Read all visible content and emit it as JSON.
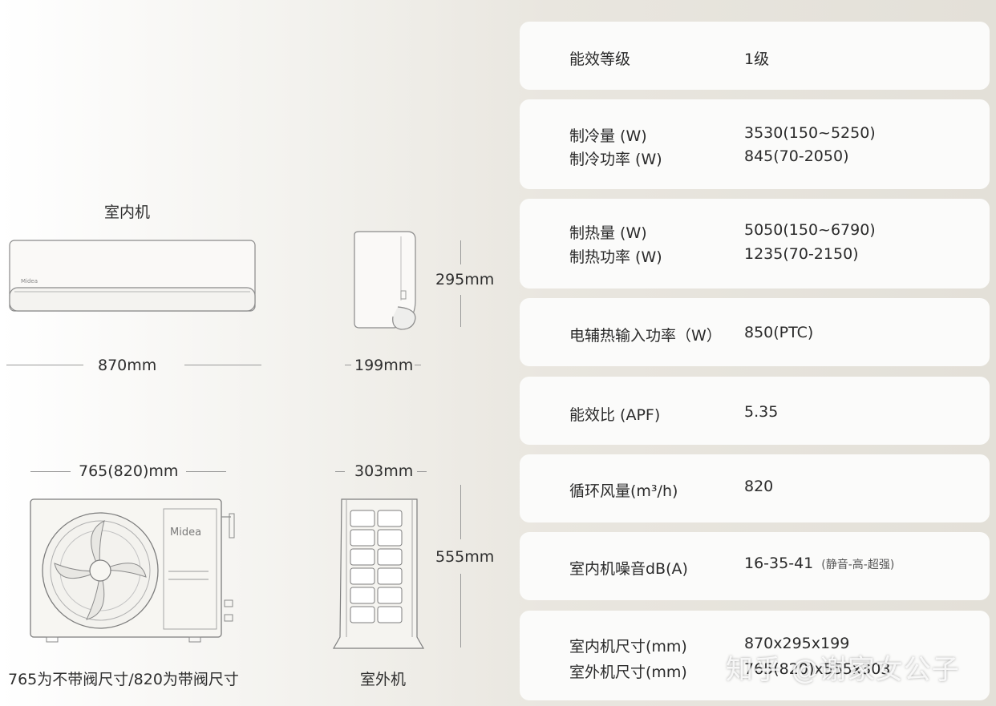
{
  "indoor": {
    "title": "室内机",
    "width": "870mm",
    "depth": "199mm",
    "height": "295mm",
    "brand": "Midea"
  },
  "outdoor": {
    "title": "室外机",
    "width": "765(820)mm",
    "depth": "303mm",
    "height": "555mm",
    "brand": "Midea",
    "note": "765为不带阀尺寸/820为带阀尺寸"
  },
  "specs": [
    {
      "rows": [
        {
          "k": "能效等级",
          "v": "1级"
        }
      ]
    },
    {
      "rows": [
        {
          "k": "制冷量 (W)",
          "v": "3530(150~5250)"
        },
        {
          "k": "制冷功率 (W)",
          "v": "845(70-2050)"
        }
      ]
    },
    {
      "rows": [
        {
          "k": "制热量 (W)",
          "v": "5050(150~6790)"
        },
        {
          "k": "制热功率 (W)",
          "v": "1235(70-2150)"
        }
      ]
    },
    {
      "rows": [
        {
          "k": "电辅热输入功率（W）",
          "v": "850(PTC)"
        }
      ]
    },
    {
      "rows": [
        {
          "k": "能效比 (APF)",
          "v": "5.35"
        }
      ]
    },
    {
      "rows": [
        {
          "k": "循环风量(m³/h)",
          "v": "820"
        }
      ]
    },
    {
      "rows": [
        {
          "k": "室内机噪音dB(A)",
          "v": "16-35-41",
          "note": "(静音-高-超强)"
        }
      ]
    },
    {
      "rows": [
        {
          "k": "室内机尺寸(mm)",
          "v": "870x295x199"
        },
        {
          "k": "室外机尺寸(mm)",
          "v": "765(820)x555x303"
        }
      ]
    }
  ],
  "watermark": "知乎 @谢家女公子"
}
